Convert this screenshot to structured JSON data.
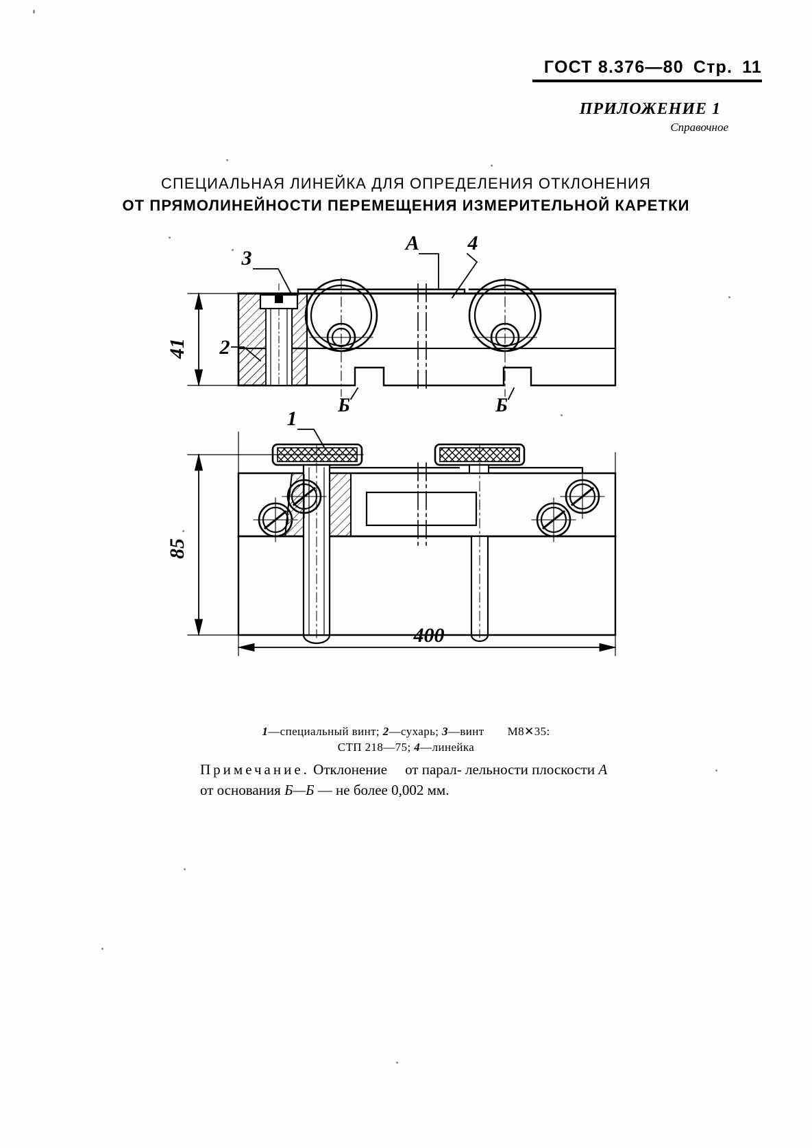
{
  "header": {
    "standard": "ГОСТ 8.376—80",
    "page_label": "Стр.",
    "page_number": "11"
  },
  "annex": {
    "title": "ПРИЛОЖЕНИЕ 1",
    "subtitle": "Справочное"
  },
  "document_title": {
    "line1": "СПЕЦИАЛЬНАЯ ЛИНЕЙКА ДЛЯ ОПРЕДЕЛЕНИЯ ОТКЛОНЕНИЯ",
    "line2": "ОТ ПРЯМОЛИНЕЙНОСТИ ПЕРЕМЕЩЕНИЯ ИЗМЕРИТЕЛЬНОЙ КАРЕТКИ"
  },
  "figure": {
    "dimensions": {
      "height_top_view": "41",
      "height_bottom_view": "85",
      "length": "400"
    },
    "callouts": {
      "item_1": "1",
      "item_2": "2",
      "item_3": "3",
      "item_4": "4"
    },
    "datums": {
      "plane_a": "А",
      "base_b_left": "Б",
      "base_b_right": "Б"
    }
  },
  "caption": {
    "line1_part1_num": "1",
    "line1_part1_text": "—специальный  винт;",
    "line1_part2_num": "2",
    "line1_part2_text": "—сухарь;",
    "line1_part3_num": "3",
    "line1_part3_text": "—винт",
    "line1_part4_text": "М8✕35:",
    "line2_part1_text": "СТП 218—75;",
    "line2_part2_num": "4",
    "line2_part2_text": "—линейка"
  },
  "note": {
    "lead": "Примечание.",
    "text_a": " Отклонение",
    "text_b": "от парал-",
    "text_c": "лельности плоскости ",
    "datum_a": "А",
    "text_d": " от основания ",
    "datum_b": "Б—Б",
    "text_e": " —",
    "text_f": "не более 0,002 мм."
  }
}
